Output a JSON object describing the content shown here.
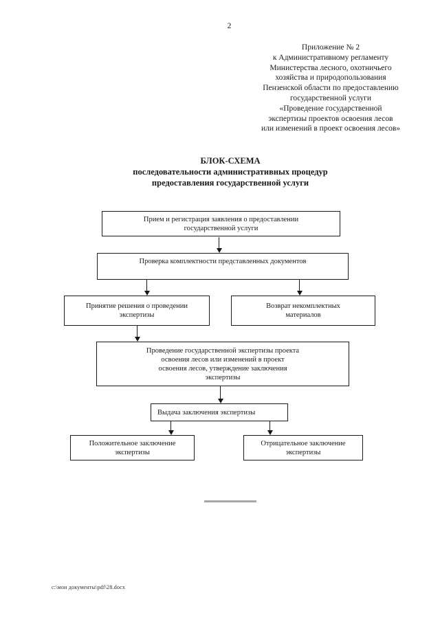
{
  "page_number": "2",
  "header": {
    "lines": [
      "Приложение № 2",
      "к Административному регламенту",
      "Министерства лесного, охотничьего",
      "хозяйства и природопользования",
      "Пензенской области по предоставлению",
      "государственной услуги",
      "«Проведение государственной",
      "экспертизы проектов освоения лесов",
      "или изменений в проект освоения лесов»"
    ]
  },
  "title": {
    "lines": [
      "БЛОК-СХЕМА",
      "последовательности административных процедур",
      "предоставления государственной услуги"
    ]
  },
  "flowchart": {
    "nodes": {
      "reception": {
        "lines": [
          "Прием и регистрация заявления о предоставлении",
          "государственной услуги"
        ]
      },
      "check": {
        "lines": [
          "Проверка комплектности представленных документов"
        ]
      },
      "decision": {
        "lines": [
          "Принятие решения о проведении",
          "экспертизы"
        ]
      },
      "return": {
        "lines": [
          "Возврат некомплектных",
          "материалов"
        ]
      },
      "expertise": {
        "lines": [
          "Проведение государственной экспертизы проекта",
          "освоения лесов или изменений в проект",
          "освоения лесов, утверждение заключения",
          "экспертизы"
        ]
      },
      "issue": {
        "lines": [
          "Выдача заключения экспертизы"
        ]
      },
      "positive": {
        "lines": [
          "Положительное заключение",
          "экспертизы"
        ]
      },
      "negative": {
        "lines": [
          "Отрицательное заключение",
          "экспертизы"
        ]
      }
    }
  },
  "footer": {
    "file_path": "с:\\мои документы\\pdf\\28.docx"
  },
  "colors": {
    "ink": "#1a1a1a",
    "separator_gray": "#a6a6a6",
    "page_background": "#ffffff"
  }
}
